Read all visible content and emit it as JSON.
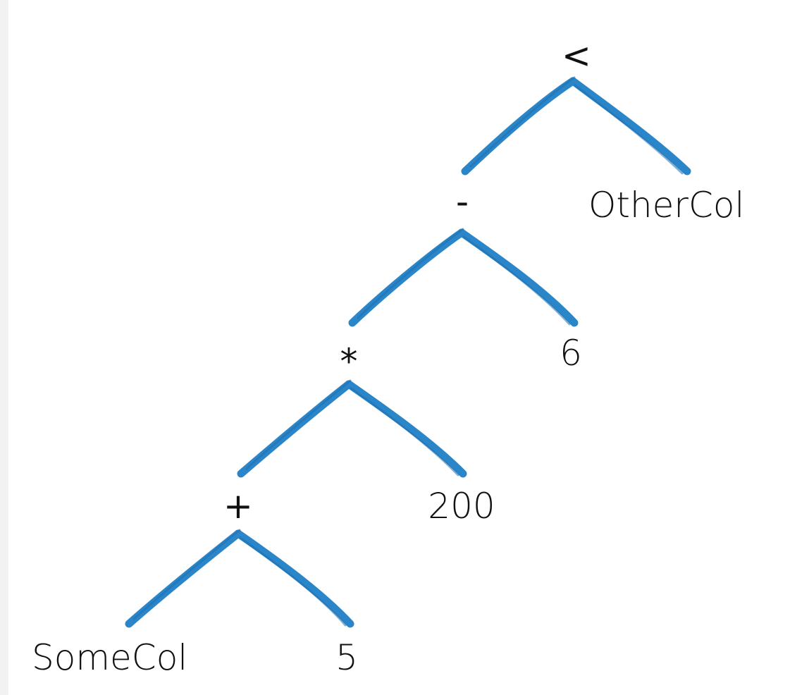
{
  "colors": {
    "edge": "#2b86c9",
    "edge_dark": "#1f6fae",
    "text": "#111111"
  },
  "nodes": {
    "lt": "<",
    "minus": "-",
    "times": "*",
    "plus": "+",
    "other_col": "OtherCol",
    "six": "6",
    "two_hundred": "200",
    "some_col": "SomeCol",
    "five": "5"
  }
}
